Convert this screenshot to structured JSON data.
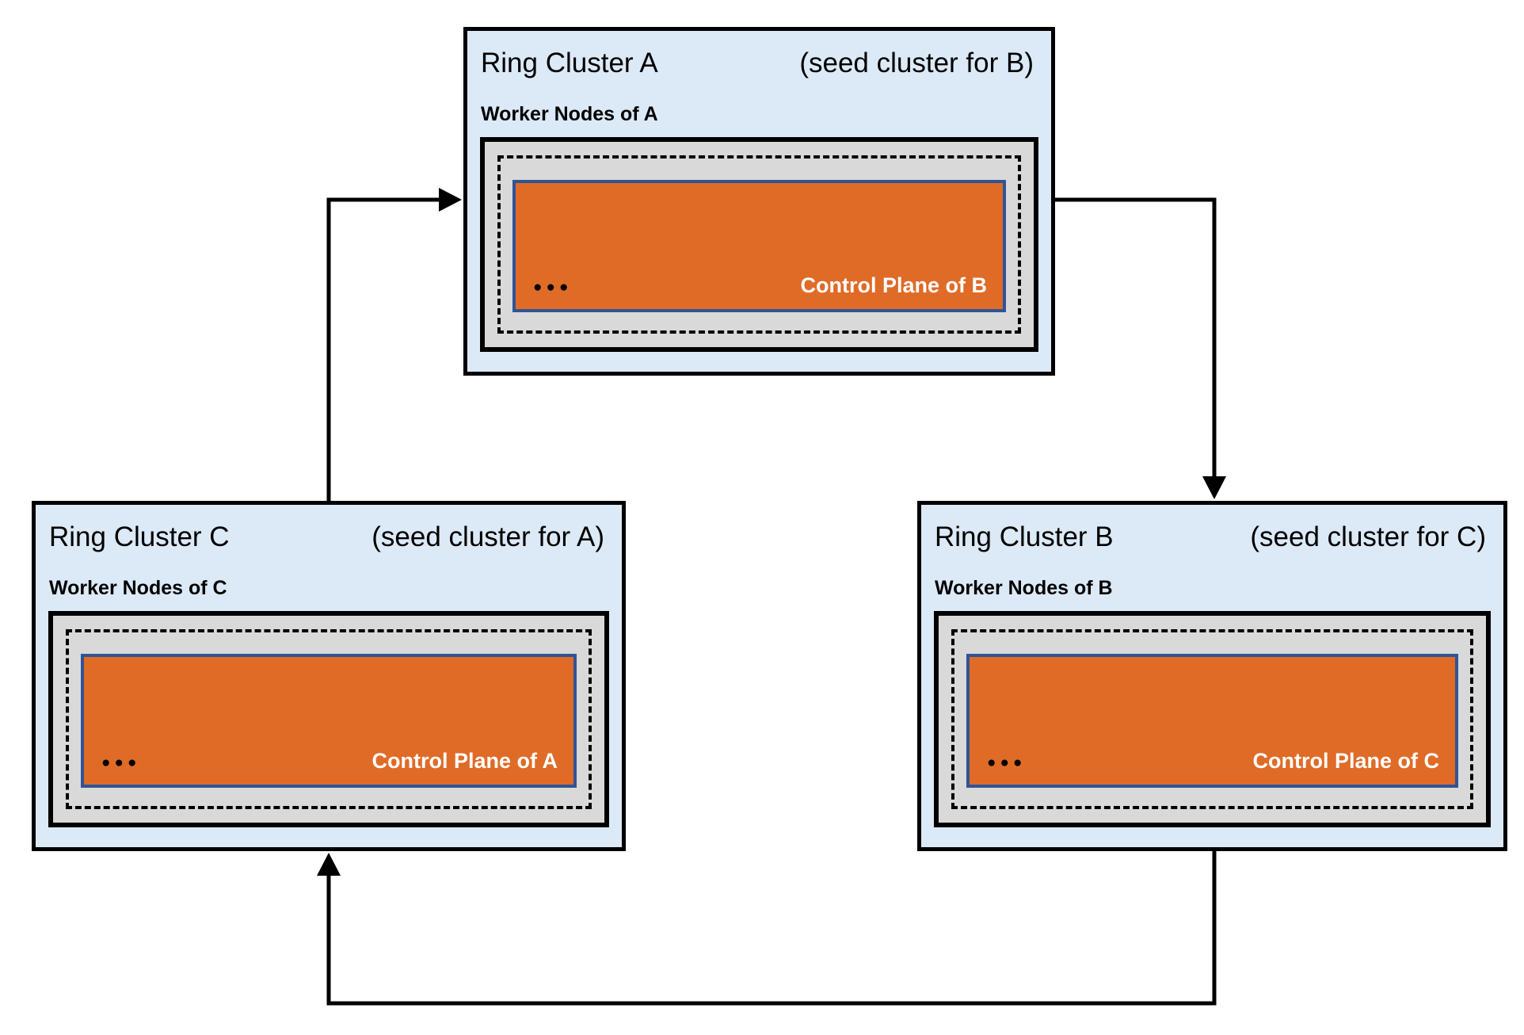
{
  "clusters": [
    {
      "id": "A",
      "title": "Ring Cluster A",
      "seed_note": "(seed cluster for B)",
      "worker_label": "Worker Nodes of A",
      "dots": "●●●",
      "control_plane_label": "Control Plane of B"
    },
    {
      "id": "C",
      "title": "Ring Cluster C",
      "seed_note": "(seed cluster for A)",
      "worker_label": "Worker Nodes of C",
      "dots": "●●●",
      "control_plane_label": "Control Plane of A"
    },
    {
      "id": "B",
      "title": "Ring Cluster B",
      "seed_note": "(seed cluster for C)",
      "worker_label": "Worker Nodes of B",
      "dots": "●●●",
      "control_plane_label": "Control Plane of C"
    }
  ],
  "edges": [
    {
      "from": "C",
      "to": "A"
    },
    {
      "from": "A",
      "to": "B"
    },
    {
      "from": "B",
      "to": "C"
    }
  ],
  "colors": {
    "cluster-fill": "#dce9f6",
    "cluster-border": "#000000",
    "worker-fill": "#d9d9d9",
    "worker-border": "#000000",
    "dashed-border": "#000000",
    "control-plane-fill": "#e06b27",
    "control-plane-border": "#2f5496",
    "control-plane-text": "#ffffff",
    "arrow": "#000000",
    "text": "#000000",
    "background": "#ffffff"
  }
}
